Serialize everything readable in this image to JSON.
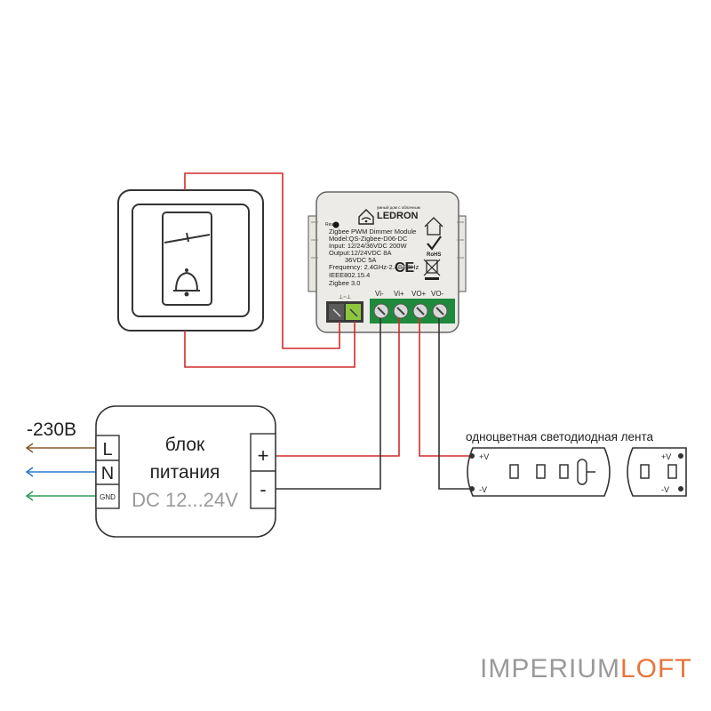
{
  "module": {
    "brand_small": "умный дом с облачным",
    "brand": "LEDRON",
    "reset_label": "Reset",
    "spec_lines": [
      "Zigbee PWM Dimmer Module",
      "Model:QS-Zigbee-D06-DC",
      "Input: 12/24/36VDC 200W",
      "Output:12/24VDC 8A",
      "36VDC 5A",
      "Frequency: 2.4GHz-2.484GHz",
      "IEEE802.15.4",
      "Zigbee 3.0"
    ],
    "terminal_labels": [
      "Vi-",
      "Vi+",
      "VO+",
      "VO-"
    ],
    "rohs": "RoHS",
    "ce": "CE"
  },
  "mains": {
    "voltage": "-230B",
    "terminals": [
      "L",
      "N",
      "GND"
    ]
  },
  "psu": {
    "line1": "блок",
    "line2": "питания",
    "line3": "DC 12...24V",
    "plus": "+",
    "minus": "-"
  },
  "strip": {
    "title": "одноцветная светодиодная лента",
    "plus_label": "+V",
    "minus_label": "-V"
  },
  "watermark": {
    "part1": "IMPERIUM",
    "part2": "LOFT"
  },
  "colors": {
    "red_wire": "#d42a2a",
    "black_wire": "#333333",
    "brown_wire": "#8b5a2b",
    "blue_wire": "#2b7bd4",
    "green_wire": "#2e9b5a",
    "terminal_green": "#1f8a3c",
    "watermark_orange": "#e8743b"
  }
}
